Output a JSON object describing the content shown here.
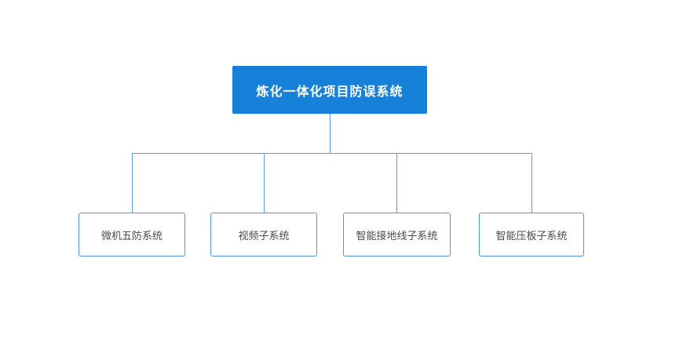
{
  "diagram": {
    "root": {
      "label": "炼化一体化项目防误系统"
    },
    "children": [
      {
        "label": "微机五防系统"
      },
      {
        "label": "视频子系统"
      },
      {
        "label": "智能接地线子系统"
      },
      {
        "label": "智能压板子系统"
      }
    ],
    "colors": {
      "root_background": "#1780d8",
      "root_text": "#ffffff",
      "child_border": "#4f96e0",
      "child_text": "#4a4a4a",
      "connector": "#5b9ddb"
    }
  }
}
